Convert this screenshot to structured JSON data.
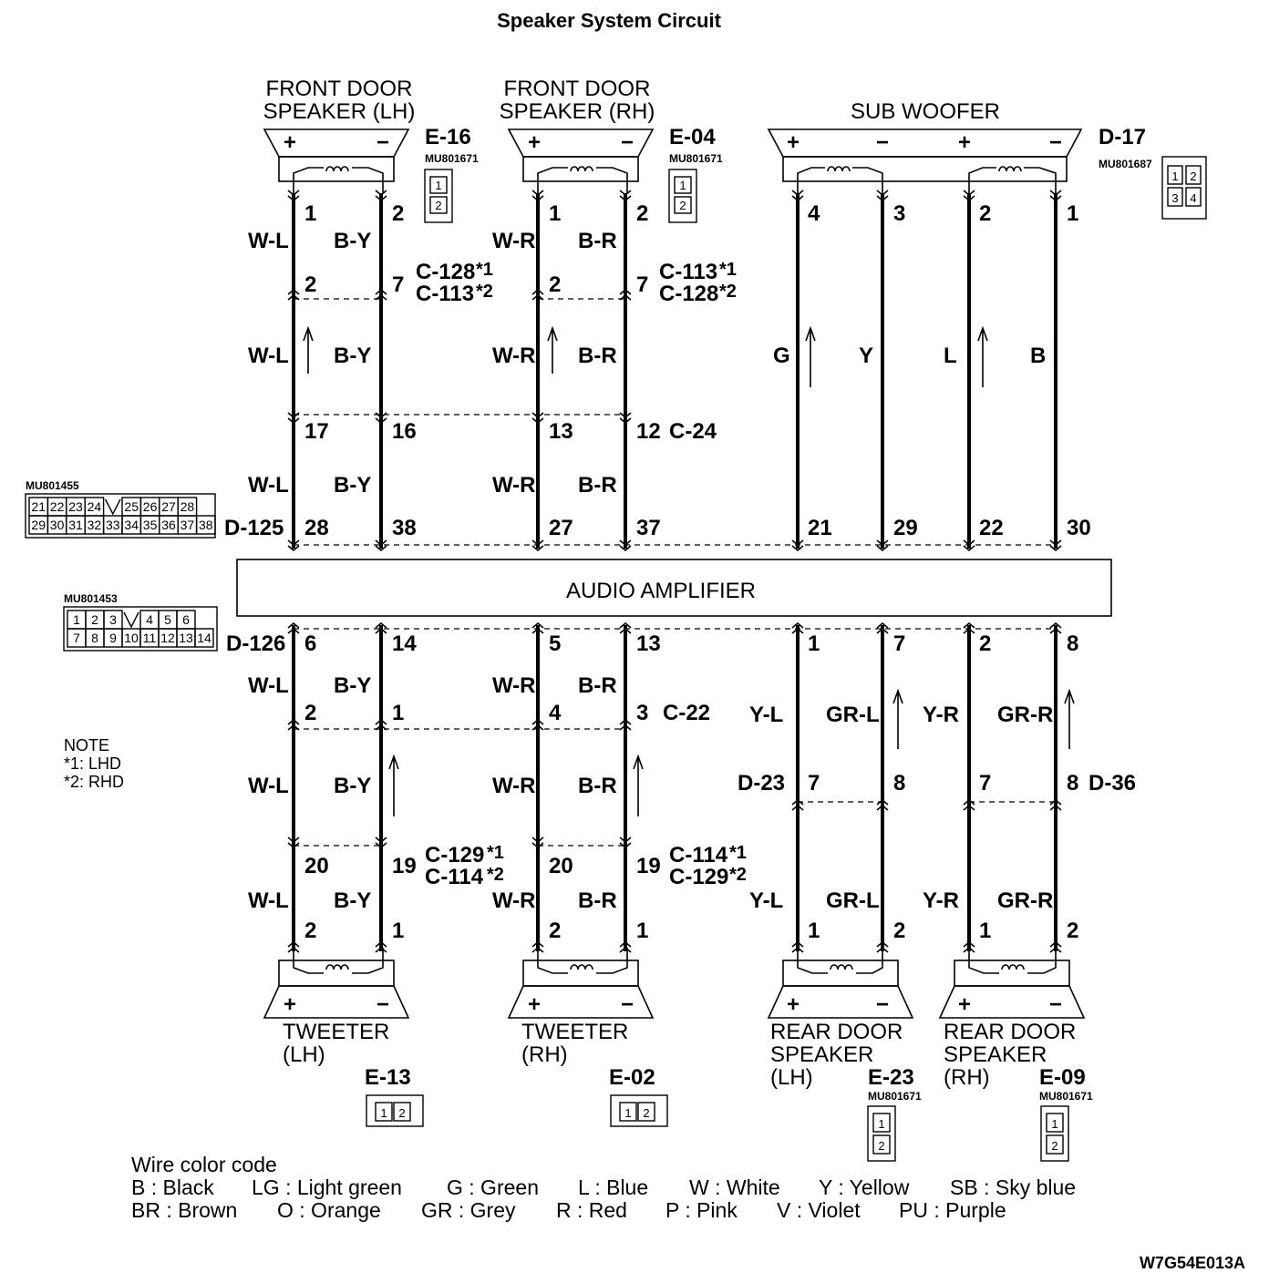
{
  "title": "Speaker System Circuit",
  "figure_code": "W7G54E013A",
  "amplifier_label": "AUDIO AMPLIFIER",
  "components": {
    "fd_lh": [
      "FRONT DOOR",
      "SPEAKER (LH)"
    ],
    "fd_rh": [
      "FRONT DOOR",
      "SPEAKER (RH)"
    ],
    "sub": [
      "SUB WOOFER"
    ],
    "tw_lh": [
      "TWEETER",
      "(LH)"
    ],
    "tw_rh": [
      "TWEETER",
      "(RH)"
    ],
    "rd_lh": [
      "REAR DOOR",
      "SPEAKER",
      "(LH)"
    ],
    "rd_rh": [
      "REAR DOOR",
      "SPEAKER",
      "(RH)"
    ]
  },
  "connectors": [
    {
      "id": "E-16",
      "part": "MU801671"
    },
    {
      "id": "E-04",
      "part": "MU801671"
    },
    {
      "id": "D-17",
      "part": "MU801687"
    },
    {
      "id": "D-125",
      "part": "MU801455"
    },
    {
      "id": "D-126",
      "part": "MU801453"
    },
    {
      "id": "E-13",
      "part": ""
    },
    {
      "id": "E-02",
      "part": ""
    },
    {
      "id": "E-23",
      "part": "MU801671"
    },
    {
      "id": "E-09",
      "part": "MU801671"
    }
  ],
  "inline_connectors": {
    "c128_lhd": "C-128",
    "c113_rhd": "C-113",
    "c113_lhd": "C-113",
    "c128_rhd": "C-128",
    "c24": "C-24",
    "c22": "C-22",
    "c129_lhd": "C-129",
    "c114_rhd": "C-114",
    "c114_lhd": "C-114",
    "c129_rhd": "C-129",
    "d23": "D-23",
    "d36": "D-36"
  },
  "markers": {
    "lhd": "*1",
    "rhd": "*2"
  },
  "wire_colors": {
    "wl": "W-L",
    "by": "B-Y",
    "wr": "W-R",
    "br": "B-R",
    "g": "G",
    "y": "Y",
    "l": "L",
    "b": "B",
    "yl": "Y-L",
    "grl": "GR-L",
    "yr": "Y-R",
    "grr": "GR-R"
  },
  "pins": {
    "fd_lh": [
      "1",
      "2"
    ],
    "c_fl": [
      "2",
      "7"
    ],
    "c24_l": [
      "17",
      "16"
    ],
    "d125_fl": [
      "28",
      "38"
    ],
    "fd_rh": [
      "1",
      "2"
    ],
    "c_fr": [
      "2",
      "7"
    ],
    "c24_r": [
      "13",
      "12"
    ],
    "d125_fr": [
      "27",
      "37"
    ],
    "sub_top": [
      "4",
      "3",
      "2",
      "1"
    ],
    "d125_sub": [
      "21",
      "29",
      "22",
      "30"
    ],
    "d126_tl": [
      "6",
      "14"
    ],
    "c22_l": [
      "2",
      "1"
    ],
    "c_tl": [
      "20",
      "19"
    ],
    "tw_lh": [
      "2",
      "1"
    ],
    "d126_tr": [
      "5",
      "13"
    ],
    "c22_r": [
      "4",
      "3"
    ],
    "c_tr": [
      "20",
      "19"
    ],
    "tw_rh": [
      "2",
      "1"
    ],
    "d126_rl": [
      "1",
      "7"
    ],
    "d23": [
      "7",
      "8"
    ],
    "rd_lh": [
      "1",
      "2"
    ],
    "d126_rr": [
      "2",
      "8"
    ],
    "d36": [
      "7",
      "8"
    ],
    "rd_rh": [
      "1",
      "2"
    ]
  },
  "connector_faces": {
    "two_pin": [
      "1",
      "2"
    ],
    "d17": [
      "1",
      "2",
      "3",
      "4"
    ],
    "d125_top": [
      "21",
      "22",
      "23",
      "24",
      "25",
      "26",
      "27",
      "28"
    ],
    "d125_bot": [
      "29",
      "30",
      "31",
      "32",
      "33",
      "34",
      "35",
      "36",
      "37",
      "38"
    ],
    "d126_top": [
      "1",
      "2",
      "3",
      "4",
      "5",
      "6"
    ],
    "d126_bot": [
      "7",
      "8",
      "9",
      "10",
      "11",
      "12",
      "13",
      "14"
    ]
  },
  "note": {
    "title": "NOTE",
    "lines": [
      "*1: LHD",
      "*2: RHD"
    ]
  },
  "wire_color_code": {
    "title": "Wire color code",
    "row1": [
      "B : Black",
      "LG : Light green",
      "G : Green",
      "L : Blue",
      "W : White",
      "Y : Yellow",
      "SB : Sky blue"
    ],
    "row2": [
      "BR : Brown",
      "O : Orange",
      "GR : Grey",
      "R : Red",
      "P : Pink",
      "V : Violet",
      "PU : Purple"
    ]
  }
}
